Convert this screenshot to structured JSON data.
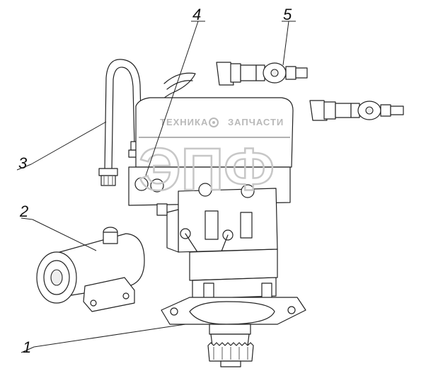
{
  "watermark": {
    "line_left": "ТЕХНИКА",
    "line_right": "ЗАПЧАСТИ",
    "logo_text": "ЭПФ"
  },
  "callouts": [
    {
      "id": "1",
      "label": "1"
    },
    {
      "id": "2",
      "label": "2"
    },
    {
      "id": "3",
      "label": "3"
    },
    {
      "id": "4",
      "label": "4"
    },
    {
      "id": "5",
      "label": "5"
    }
  ],
  "icons": {
    "gear": "gear-icon"
  }
}
